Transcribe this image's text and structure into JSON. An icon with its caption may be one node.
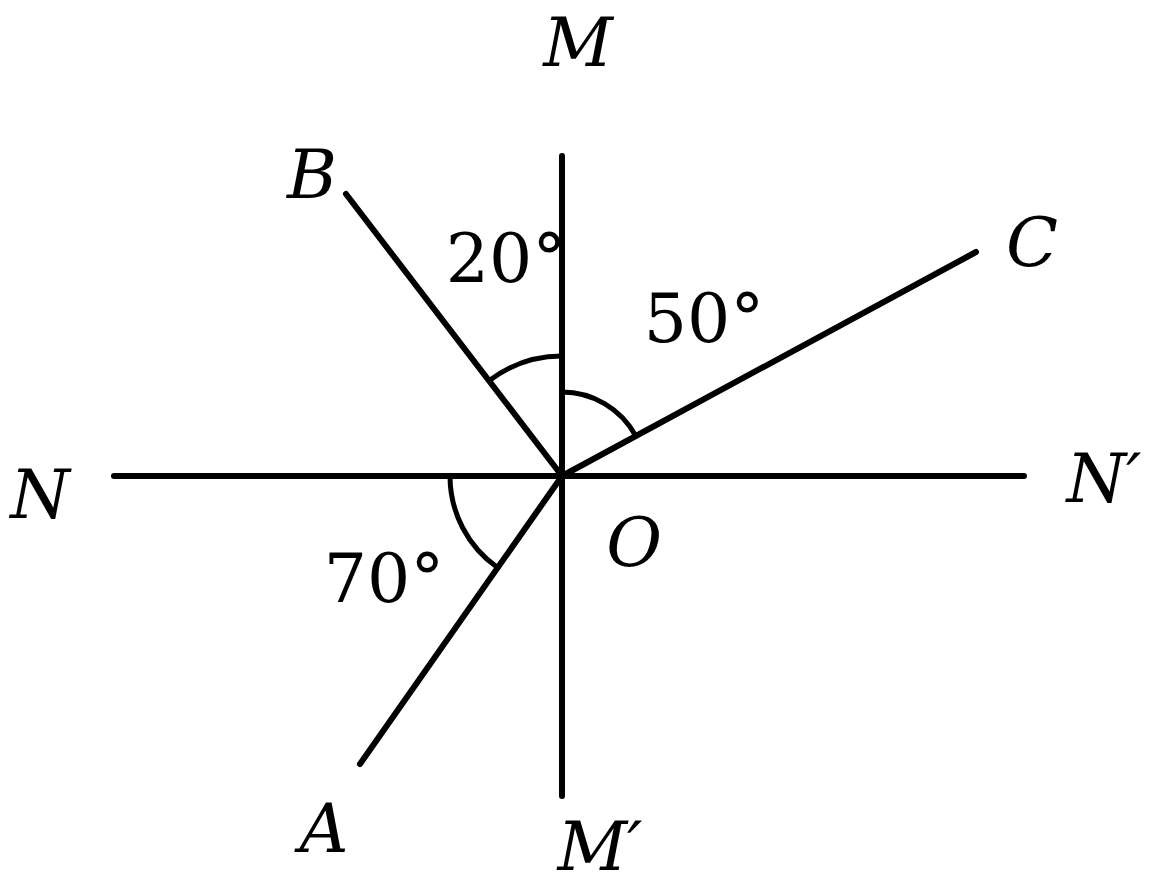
{
  "diagram": {
    "labels": [
      "M",
      "B",
      "20°",
      "C",
      "50°",
      "N",
      "N′",
      "70°",
      "O",
      "A",
      "M′"
    ]
  }
}
